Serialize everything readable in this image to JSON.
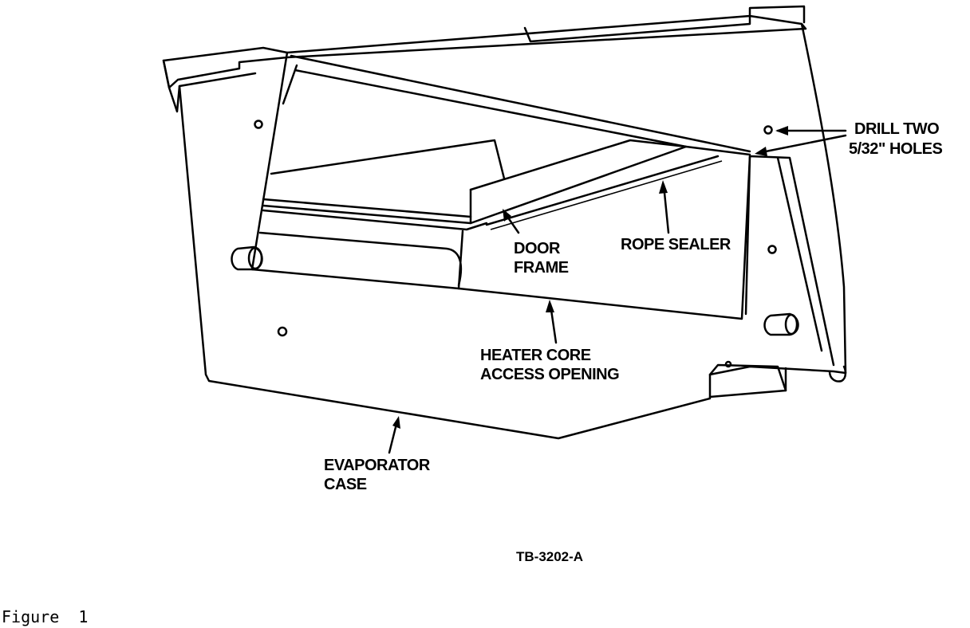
{
  "labels": {
    "drill_holes": [
      "DRILL TWO",
      "5/32\" HOLES"
    ],
    "door_frame": [
      "DOOR",
      "FRAME"
    ],
    "rope_sealer": "ROPE SEALER",
    "heater_core": [
      "HEATER CORE",
      "ACCESS OPENING"
    ],
    "evaporator_case": [
      "EVAPORATOR",
      "CASE"
    ]
  },
  "reference_code": "TB-3202-A",
  "caption": "Figure  1"
}
